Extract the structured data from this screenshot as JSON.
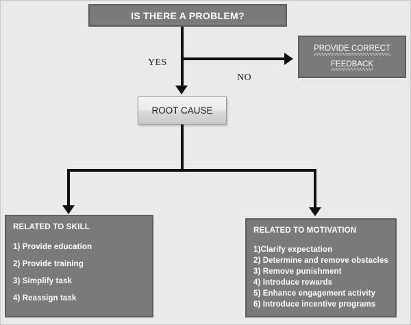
{
  "diagram": {
    "title": "Problem resolution decision flowchart",
    "background_color": "#eaeaea",
    "node_fill_color": "#7a7a7a",
    "node_border_color": "#5d5d5d",
    "connector_color": "#111111",
    "node_text_color": "#ffffff"
  },
  "nodes": {
    "problem": {
      "label": "IS THERE A PROBLEM?"
    },
    "feedback": {
      "line1": "PROVIDE CORRECT",
      "line2": "FEEDBACK"
    },
    "root_cause": {
      "label": "ROOT CAUSE"
    },
    "skill": {
      "title": "RELATED TO SKILL",
      "items": [
        "1) Provide education",
        "2) Provide training",
        "3) Simplify task",
        "4) Reassign task"
      ]
    },
    "motivation": {
      "title": "RELATED TO MOTIVATION",
      "items": [
        "1)Clarify expectation",
        "2) Determine and remove obstacles",
        "3) Remove punishment",
        "4) Introduce rewards",
        "5) Enhance engagement activity",
        "6) Introduce incentive programs"
      ]
    }
  },
  "edges": {
    "yes_label": "YES",
    "no_label": "NO"
  }
}
